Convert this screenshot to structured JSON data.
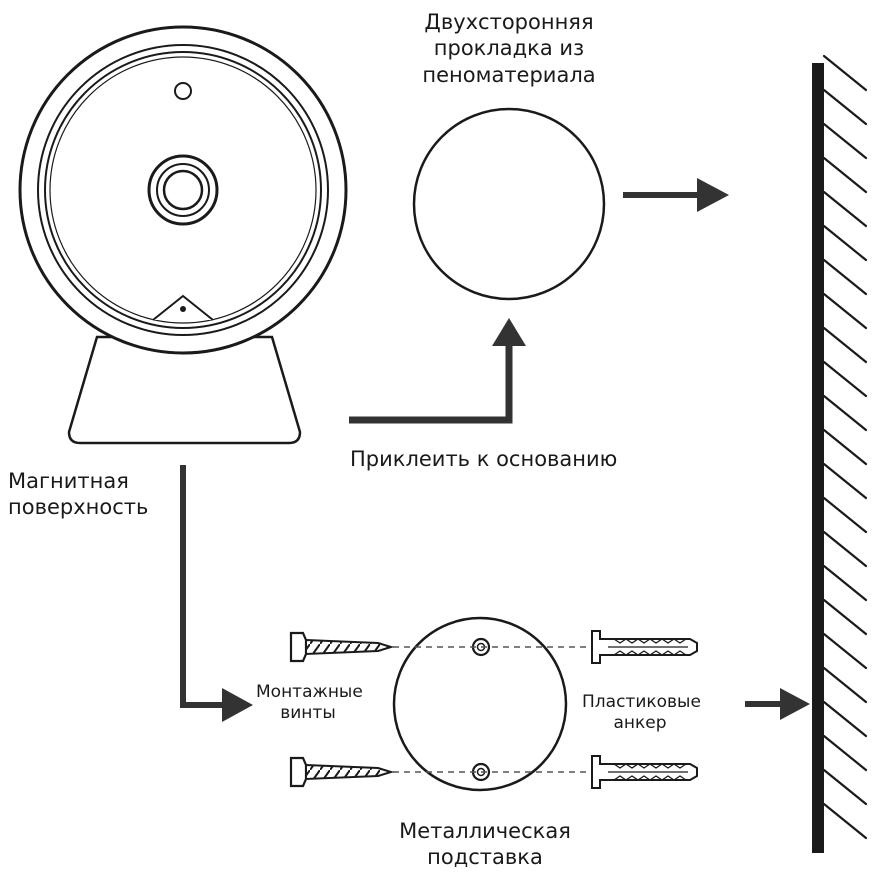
{
  "labels": {
    "foam_pad": [
      "Двухсторонняя",
      "прокладка из",
      "пеноматериала"
    ],
    "stick_to_base": "Приклеить к основанию",
    "magnetic_surface": [
      "Магнитная",
      "поверхность"
    ],
    "mounting_screws": [
      "Монтажные",
      "винты"
    ],
    "plastic_anchors": [
      "Пластиковые",
      "анкер"
    ],
    "metal_plate": [
      "Металлическая",
      "подставка"
    ]
  },
  "colors": {
    "stroke": "#1a1a1a",
    "arrow": "#333333",
    "background": "#ffffff"
  }
}
